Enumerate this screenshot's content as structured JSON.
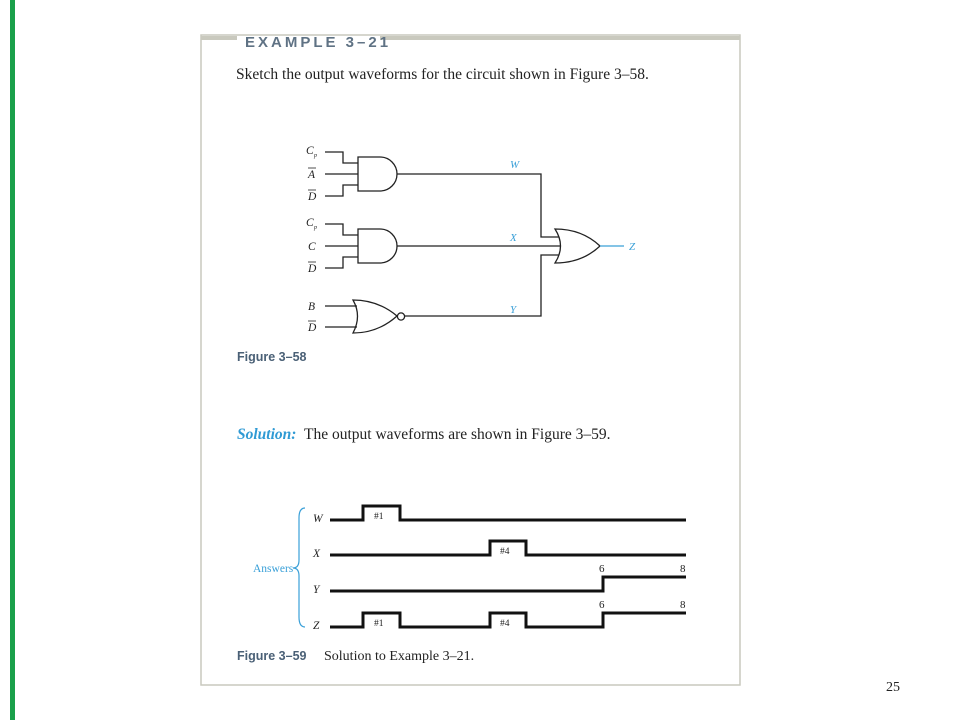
{
  "slide": {
    "page_number": "25",
    "accent_color": "#1aa04a"
  },
  "example": {
    "header": "EXAMPLE 3–21",
    "prompt": "Sketch the output waveforms for the circuit shown in Figure 3–58.",
    "solution_label": "Solution:",
    "solution_text": "The output waveforms are shown in Figure 3–59."
  },
  "circuit": {
    "figure_label": "Figure 3–58",
    "inputs": {
      "gate1": [
        "C",
        "A",
        "D"
      ],
      "gate1_sub": "p",
      "gate2": [
        "C",
        "C",
        "D"
      ],
      "gate2_sub": "p",
      "gate3": [
        "B",
        "D"
      ]
    },
    "outputs": {
      "w": "W",
      "x": "X",
      "y": "Y",
      "z": "Z"
    },
    "wire_label_color": "#3aa0d8"
  },
  "timing": {
    "figure_label": "Figure 3–59",
    "caption": "Solution to Example 3–21.",
    "answers_label": "Answers",
    "signals": [
      "W",
      "X",
      "Y",
      "Z"
    ],
    "pulse_labels": {
      "w": "#1",
      "x": "#4",
      "z1": "#1",
      "z2": "#4"
    },
    "time_marks": {
      "y_start": "6",
      "y_end": "8",
      "z_start": "6",
      "z_end": "8"
    }
  }
}
